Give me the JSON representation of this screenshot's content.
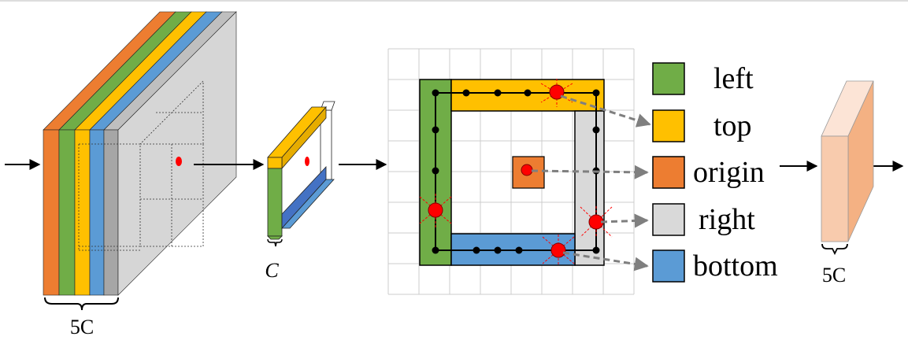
{
  "labels": {
    "input_width": "5C",
    "pooled_channels": "C",
    "output_width": "5C"
  },
  "legend": [
    {
      "name": "left",
      "color": "#70AD47"
    },
    {
      "name": "top",
      "color": "#FFC000"
    },
    {
      "name": "origin",
      "color": "#ED7D31"
    },
    {
      "name": "right",
      "color": "#D9D9D9"
    },
    {
      "name": "bottom",
      "color": "#5B9BD5"
    }
  ],
  "colors": {
    "left": "#70AD47",
    "top": "#FFC000",
    "origin": "#ED7D31",
    "right": "#D9D9D9",
    "bottom": "#5B9BD5",
    "gray_stack": "#A6A6A6",
    "output_block": "#F8CBAD",
    "sample_point": "#FF0000",
    "arrow_gray": "#7F7F7F"
  }
}
